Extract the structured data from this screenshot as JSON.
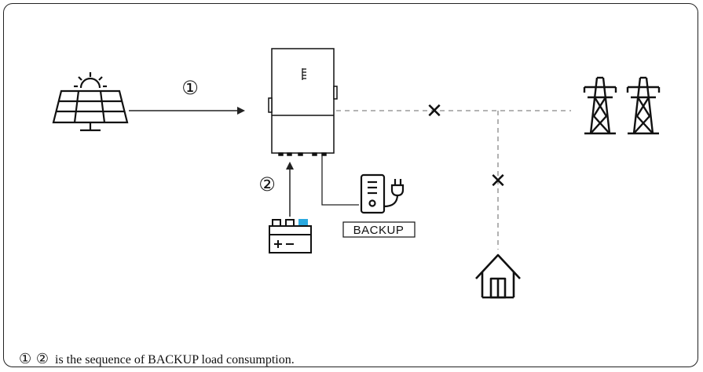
{
  "diagram": {
    "marker_1": "①",
    "marker_2": "②",
    "backup_label": "BACKUP",
    "cross_mark": "✕",
    "accent_color": "#29a9e0",
    "line_color": "#222222",
    "dashed_color": "#888888"
  },
  "caption": {
    "markers": "① ②",
    "text": "  is the sequence of BACKUP load consumption."
  }
}
